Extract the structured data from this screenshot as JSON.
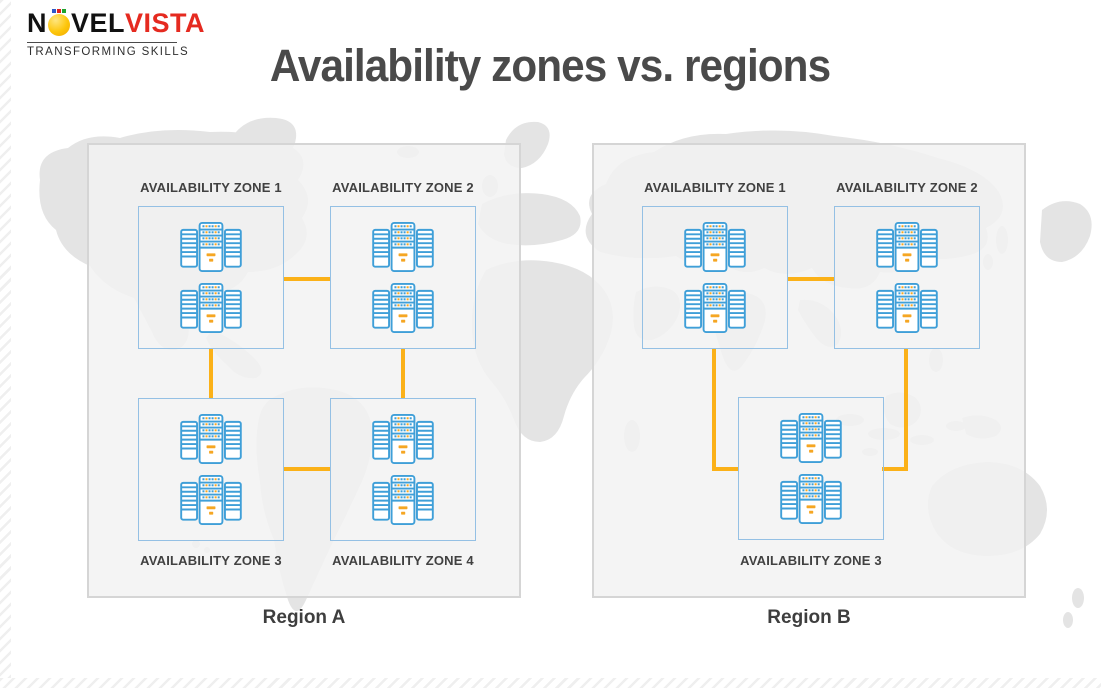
{
  "logo": {
    "text_n": "N",
    "text_vel": "VEL",
    "text_vista": "VISTA",
    "tagline": "TRANSFORMING SKILLS"
  },
  "title": "Availability zones vs. regions",
  "regions": [
    {
      "label": "Region A",
      "zones": [
        {
          "label": "AVAILABILITY ZONE 1",
          "label_position": "above",
          "servers": 2
        },
        {
          "label": "AVAILABILITY ZONE 2",
          "label_position": "above",
          "servers": 2
        },
        {
          "label": "AVAILABILITY ZONE 3",
          "label_position": "below",
          "servers": 2
        },
        {
          "label": "AVAILABILITY ZONE 4",
          "label_position": "below",
          "servers": 2
        }
      ]
    },
    {
      "label": "Region B",
      "zones": [
        {
          "label": "AVAILABILITY ZONE 1",
          "label_position": "above",
          "servers": 2
        },
        {
          "label": "AVAILABILITY ZONE 2",
          "label_position": "above",
          "servers": 2
        },
        {
          "label": "AVAILABILITY ZONE 3",
          "label_position": "below",
          "servers": 2
        }
      ]
    }
  ],
  "icons": {
    "server": "server-rack-icon",
    "medal": "gold-medal-icon"
  },
  "colors": {
    "connector": "#fbb118",
    "zone_border": "#94c0e4",
    "region_border": "#d5d5d5",
    "region_fill": "rgba(242,242,242,0.85)",
    "server_blue": "#3f9fd8",
    "server_yellow": "#f5a623",
    "map_gray": "#e4e4e4",
    "text_dark": "#414141",
    "logo_red": "#e52a20",
    "logo_black": "#111111"
  }
}
